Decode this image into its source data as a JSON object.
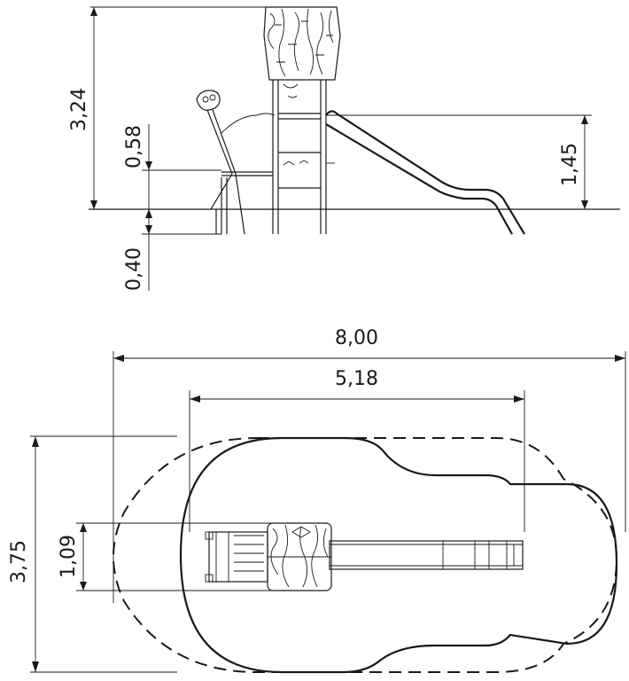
{
  "side_view": {
    "dimensions": {
      "total_height": "3,24",
      "platform_height": "0,58",
      "foundation_depth": "0,40",
      "slide_height": "1,45"
    }
  },
  "top_view": {
    "dimensions": {
      "overall_length": "8,00",
      "equipment_length": "5,18",
      "overall_width": "3,75",
      "equipment_width": "1,09"
    }
  },
  "colors": {
    "line": "#1a1a1a",
    "background": "#ffffff"
  }
}
